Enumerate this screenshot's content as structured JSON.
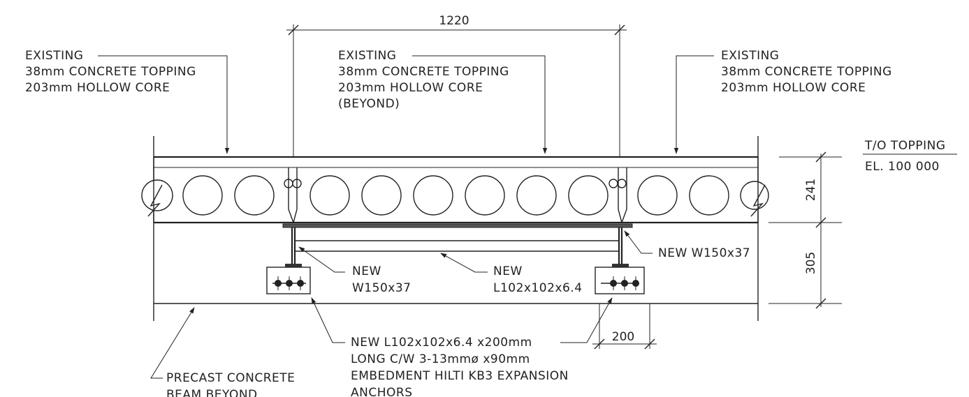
{
  "dimensions": {
    "span": "1220",
    "slab_depth": "241",
    "beam_depth": "305",
    "angle_length": "200"
  },
  "labels": {
    "left_existing": [
      "EXISTING",
      "38mm CONCRETE TOPPING",
      "203mm HOLLOW CORE"
    ],
    "center_existing": [
      "EXISTING",
      "38mm CONCRETE TOPPING",
      "203mm HOLLOW CORE",
      "(BEYOND)"
    ],
    "right_existing": [
      "EXISTING",
      "38mm CONCRETE TOPPING",
      "203mm HOLLOW CORE"
    ],
    "elevation": [
      "T/O TOPPING",
      "EL. 100 000"
    ],
    "new_w_right": "NEW W150x37",
    "new_w_left": [
      "NEW",
      "W150x37"
    ],
    "new_angle": [
      "NEW",
      "L102x102x6.4"
    ],
    "new_angle_anchor": [
      "NEW L102x102x6.4 x200mm",
      "LONG C/W 3-13mmø x90mm",
      "EMBEDMENT HILTI KB3 EXPANSION",
      "ANCHORS"
    ],
    "precast_beam": [
      "PRECAST CONCRETE",
      "BEAM BEYOND"
    ]
  }
}
